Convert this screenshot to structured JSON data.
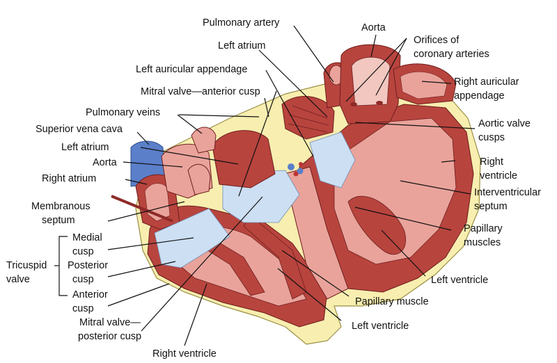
{
  "colors": {
    "myocardium": "#b8443e",
    "myocardium_dark": "#8e2a28",
    "tissue_light": "#e9a39b",
    "endocardium": "#f1c7c0",
    "valve_blue": "#cddff3",
    "vessel_blue": "#5b7fc9",
    "fat_yellow": "#f7eeb0",
    "line": "#111111"
  },
  "labels": {
    "pulmonary_artery": "Pulmonary artery",
    "aorta_top": "Aorta",
    "orifices_1": "Orifices of",
    "orifices_2": "coronary arteries",
    "left_atrium_top": "Left atrium",
    "left_auricular_appendage": "Left auricular appendage",
    "right_auricular_1": "Right auricular",
    "right_auricular_2": "appendage",
    "mitral_anterior": "Mitral valve—anterior cusp",
    "pulmonary_veins": "Pulmonary veins",
    "superior_vena_cava": "Superior vena cava",
    "aortic_valve_1": "Aortic valve",
    "aortic_valve_2": "cusps",
    "left_atrium_mid": "Left atrium",
    "aorta_mid": "Aorta",
    "right_ventricle_r1": "Right",
    "right_ventricle_r2": "ventricle",
    "right_atrium": "Right atrium",
    "interventricular_1": "Interventricular",
    "interventricular_2": "septum",
    "membranous_1": "Membranous",
    "membranous_2": "septum",
    "papillary_r1": "Papillary",
    "papillary_r2": "muscles",
    "medial_1": "Medial",
    "medial_2": "cusp",
    "tricuspid_1": "Tricuspid",
    "tricuspid_2": "valve",
    "posterior_1": "Posterior",
    "posterior_2": "cusp",
    "left_ventricle_right": "Left ventricle",
    "anterior_1": "Anterior",
    "anterior_2": "cusp",
    "papillary_muscle": "Papillary muscle",
    "mitral_posterior_1": "Mitral valve—",
    "mitral_posterior_2": "posterior cusp",
    "left_ventricle_bottom": "Left ventricle",
    "right_ventricle_bottom": "Right ventricle"
  }
}
